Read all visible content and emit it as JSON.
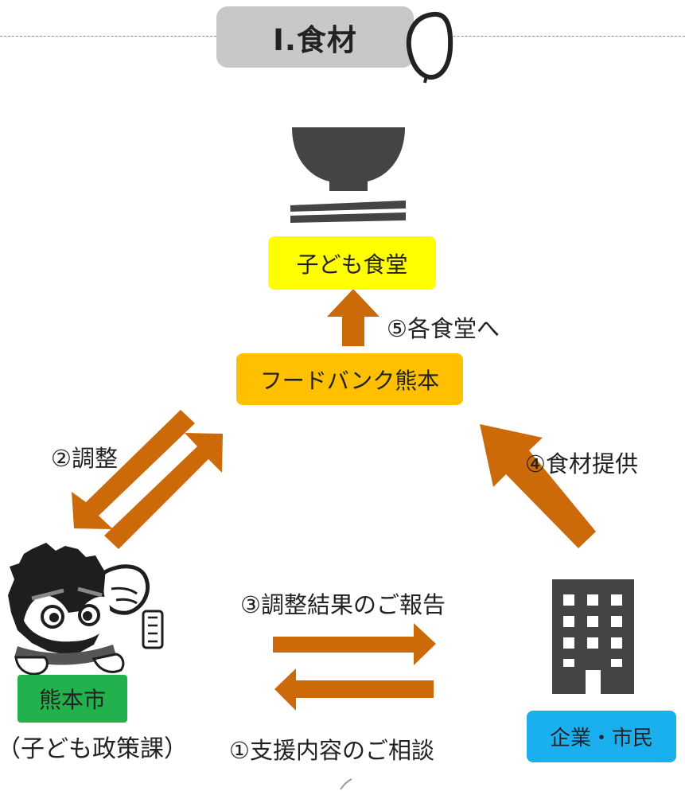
{
  "header": {
    "title": "Ⅰ.食材"
  },
  "nodes": {
    "kodomo": "子ども食堂",
    "foodbank": "フードバンク熊本",
    "city": "熊本市",
    "city_dept": "（子ども政策課）",
    "company": "企業・市民"
  },
  "steps": {
    "s1": "①支援内容のご相談",
    "s2": "②調整",
    "s3": "③調整結果のご報告",
    "s4": "④食材提供",
    "s5": "⑤各食堂へ"
  },
  "colors": {
    "arrow": "#cc6a0a",
    "kodomo": "#ffff00",
    "foodbank": "#ffc000",
    "city": "#22b14c",
    "company": "#1ab0ef",
    "title_box": "#c8c8c8"
  },
  "icons": {
    "header": "bean-icon",
    "kodomo": "rice-bowl-chopsticks-icon",
    "city": "mascot-icon",
    "company": "office-building-icon"
  }
}
